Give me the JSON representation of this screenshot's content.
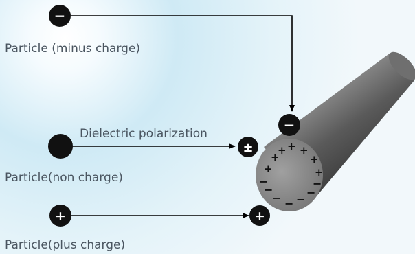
{
  "labels": {
    "minus_particle": "Particle (minus charge)",
    "neutral_particle": "Particle(non charge)",
    "plus_particle": "Particle(plus charge)",
    "polarization": "Dielectric polarization"
  },
  "signs": {
    "minus": "−",
    "plus": "+",
    "polarized": "±"
  },
  "colors": {
    "background_glow": "#bfe3f2",
    "particle": "#111111",
    "fiber": "#6a6a6a",
    "fiber_end": "#8d8d8d",
    "label_text": "#4a5560",
    "arrow": "#000000"
  }
}
